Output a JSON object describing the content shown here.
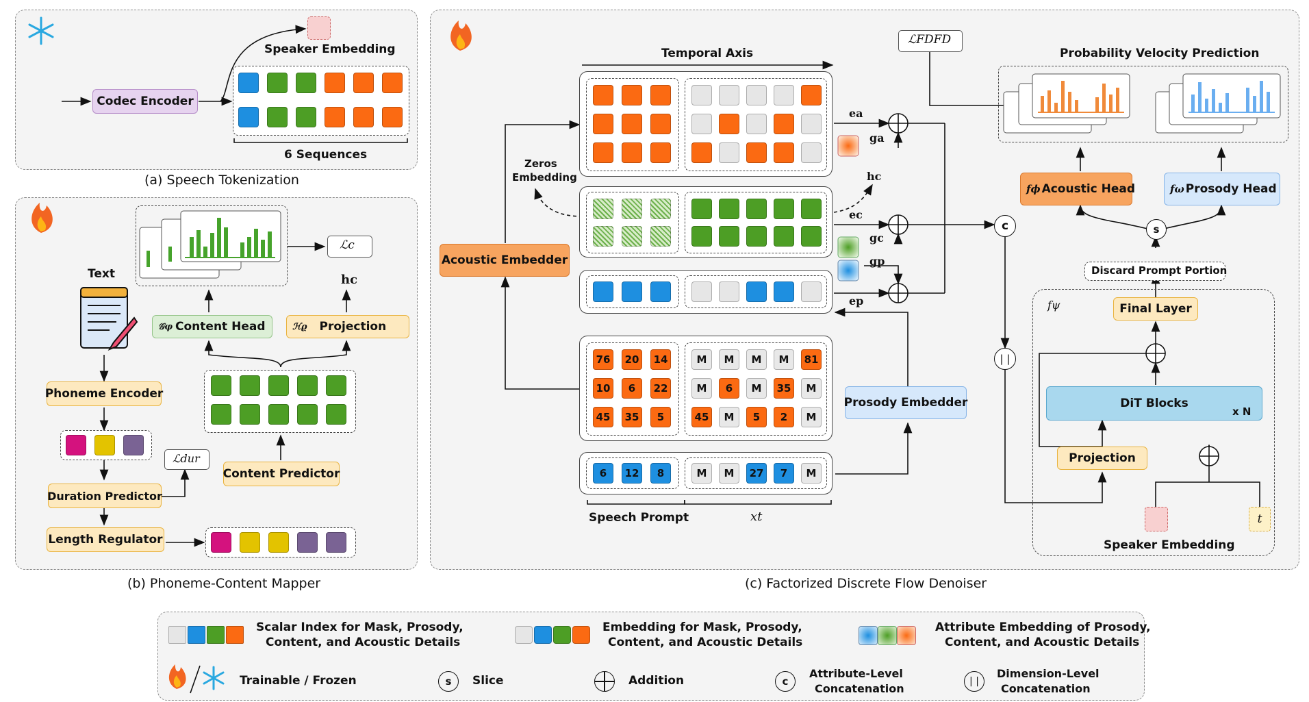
{
  "panels": {
    "a_caption": "(a) Speech Tokenization",
    "b_caption": "(b) Phoneme-Content Mapper",
    "c_caption": "(c) Factorized Discrete Flow Denoiser"
  },
  "tokenization": {
    "codec_encoder": "Codec Encoder",
    "speaker_embedding": "Speaker Embedding",
    "six_sequences": "6 Sequences"
  },
  "mapper": {
    "text": "Text",
    "phoneme_encoder": "Phoneme Encoder",
    "duration_predictor": "Duration Predictor",
    "length_regulator": "Length Regulator",
    "content_predictor": "Content Predictor",
    "content_head": "Content Head",
    "content_head_sym": "𝒢φ",
    "projection": "Projection",
    "projection_sym": "ℋϱ",
    "loss_c": "ℒc",
    "loss_dur": "ℒdur",
    "h_c": "hc"
  },
  "denoiser": {
    "temporal_axis": "Temporal Axis",
    "zeros_embedding_1": "Zeros",
    "zeros_embedding_2": "Embedding",
    "acoustic_embedder": "Acoustic Embedder",
    "prosody_embedder": "Prosody Embedder",
    "loss_fdfd": "ℒFDFD",
    "e_a": "ea",
    "g_a": "ga",
    "h_c": "hc",
    "e_c": "ec",
    "g_c": "gc",
    "g_p": "gp",
    "e_p": "ep",
    "concat_c": "c",
    "concat_d": "| |",
    "speech_prompt": "Speech Prompt",
    "x_t": "xt",
    "acoustic_index_prompt": [
      [
        76,
        20,
        14
      ],
      [
        10,
        6,
        22
      ],
      [
        45,
        35,
        5
      ]
    ],
    "acoustic_index_xt": [
      [
        "M",
        "M",
        "M",
        "M",
        "81"
      ],
      [
        "M",
        "6",
        "M",
        "35",
        "M"
      ],
      [
        "45",
        "M",
        "5",
        "2",
        "M"
      ]
    ],
    "prosody_index_prompt": [
      6,
      12,
      8
    ],
    "prosody_index_xt": [
      "M",
      "M",
      "27",
      "7",
      "M"
    ]
  },
  "prediction": {
    "title": "Probability Velocity Prediction",
    "acoustic_head": "Acoustic Head",
    "acoustic_head_sym": "fϕ",
    "prosody_head": "Prosody Head",
    "prosody_head_sym": "fω",
    "slice": "s",
    "discard": "Discard Prompt Portion",
    "f_psi": "fψ",
    "final_layer": "Final Layer",
    "dit_blocks": "DiT Blocks",
    "x_n": "x N",
    "projection": "Projection",
    "speaker_embedding": "Speaker Embedding",
    "t": "t"
  },
  "legend": {
    "scalar_1": "Scalar Index for Mask, Prosody,",
    "scalar_2": "Content, and Acoustic Details",
    "embed_1": "Embedding for Mask, Prosody,",
    "embed_2": "Content, and Acoustic Details",
    "attr_1": "Attribute Embedding of Prosody,",
    "attr_2": "Content, and Acoustic Details",
    "trainable": "Trainable / Frozen",
    "slice_sym": "s",
    "slice": "Slice",
    "addition": "Addition",
    "attr_concat_sym": "c",
    "attr_concat_1": "Attribute-Level",
    "attr_concat_2": "Concatenation",
    "dim_concat_sym": "| |",
    "dim_concat_1": "Dimension-Level",
    "dim_concat_2": "Concatenation"
  },
  "colors": {
    "acoustic": "#fb6a12",
    "content": "#4d9e25",
    "prosody": "#1e8fe0",
    "mask": "#e6e6e6"
  }
}
